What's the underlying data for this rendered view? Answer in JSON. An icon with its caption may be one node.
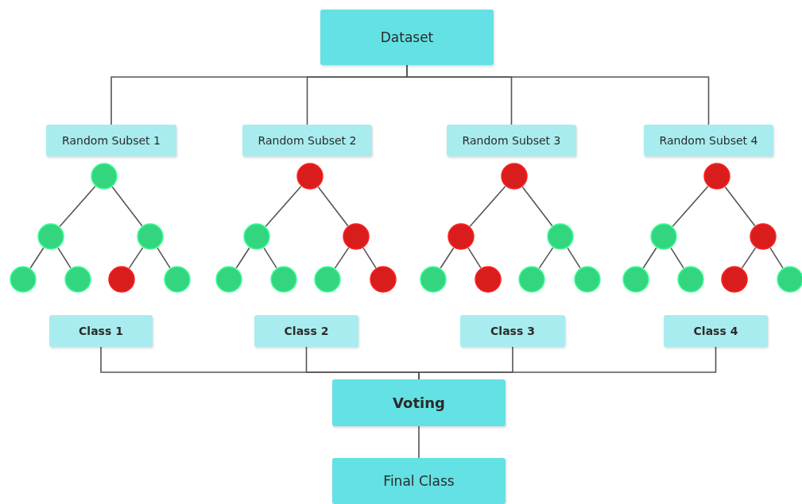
{
  "diagram": {
    "nodes": [
      {
        "text": [
          "Dataset"
        ]
      },
      {
        "text": [
          "Random Subset 1"
        ]
      },
      {
        "text": [
          "Random Subset 2"
        ]
      },
      {
        "text": [
          "Random Subset 3"
        ]
      },
      {
        "text": [
          "Random Subset 4"
        ]
      },
      {
        "text": [],
        "shape": "circle"
      },
      {
        "text": [],
        "shape": "circle"
      },
      {
        "text": [],
        "shape": "circle"
      },
      {
        "text": [],
        "shape": "circle"
      },
      {
        "text": [],
        "shape": "circle"
      },
      {
        "text": [],
        "shape": "circle"
      },
      {
        "text": [],
        "shape": "circle"
      },
      {
        "text": [],
        "shape": "circle"
      },
      {
        "text": [],
        "shape": "circle"
      },
      {
        "text": [],
        "shape": "circle"
      },
      {
        "text": [],
        "shape": "circle"
      },
      {
        "text": [],
        "shape": "circle"
      },
      {
        "text": [],
        "shape": "circle"
      },
      {
        "text": [],
        "shape": "circle"
      },
      {
        "text": [],
        "shape": "circle"
      },
      {
        "text": [],
        "shape": "circle"
      },
      {
        "text": [],
        "shape": "circle"
      },
      {
        "text": [],
        "shape": "circle"
      },
      {
        "text": [],
        "shape": "circle"
      },
      {
        "text": [],
        "shape": "circle"
      },
      {
        "text": [],
        "shape": "circle"
      },
      {
        "text": [],
        "shape": "circle"
      },
      {
        "text": [],
        "shape": "circle"
      },
      {
        "text": [],
        "shape": "circle"
      },
      {
        "text": [],
        "shape": "circle"
      },
      {
        "text": [],
        "shape": "circle"
      },
      {
        "text": [],
        "shape": "circle"
      },
      {
        "text": [],
        "shape": "circle"
      },
      {
        "text": [
          "Class 1"
        ]
      },
      {
        "text": [
          "Class 2"
        ]
      },
      {
        "text": [
          "Class 3"
        ]
      },
      {
        "text": [
          "Class 4"
        ]
      },
      {
        "text": [
          "Voting"
        ]
      },
      {
        "text": [
          "Final Class"
        ]
      }
    ],
    "edges": [
      {
        "from": 0,
        "to": 1,
        "arrow": "none"
      },
      {
        "from": 0,
        "to": 2,
        "arrow": "none"
      },
      {
        "from": 0,
        "to": 3,
        "arrow": "none"
      },
      {
        "from": 0,
        "to": 4,
        "arrow": "none"
      },
      {
        "from": 5,
        "to": 6,
        "arrow": "none"
      },
      {
        "from": 5,
        "to": 7,
        "arrow": "none"
      },
      {
        "from": 6,
        "to": 8,
        "arrow": "none"
      },
      {
        "from": 6,
        "to": 9,
        "arrow": "none"
      },
      {
        "from": 7,
        "to": 10,
        "arrow": "none"
      },
      {
        "from": 7,
        "to": 11,
        "arrow": "none"
      },
      {
        "from": 12,
        "to": 13,
        "arrow": "none"
      },
      {
        "from": 12,
        "to": 14,
        "arrow": "none"
      },
      {
        "from": 13,
        "to": 15,
        "arrow": "none"
      },
      {
        "from": 13,
        "to": 16,
        "arrow": "none"
      },
      {
        "from": 14,
        "to": 17,
        "arrow": "none"
      },
      {
        "from": 14,
        "to": 18,
        "arrow": "none"
      },
      {
        "from": 19,
        "to": 20,
        "arrow": "none"
      },
      {
        "from": 19,
        "to": 21,
        "arrow": "none"
      },
      {
        "from": 20,
        "to": 22,
        "arrow": "none"
      },
      {
        "from": 20,
        "to": 23,
        "arrow": "none"
      },
      {
        "from": 21,
        "to": 24,
        "arrow": "none"
      },
      {
        "from": 21,
        "to": 25,
        "arrow": "none"
      },
      {
        "from": 26,
        "to": 27,
        "arrow": "none"
      },
      {
        "from": 26,
        "to": 28,
        "arrow": "none"
      },
      {
        "from": 27,
        "to": 29,
        "arrow": "none"
      },
      {
        "from": 27,
        "to": 30,
        "arrow": "none"
      },
      {
        "from": 28,
        "to": 31,
        "arrow": "none"
      },
      {
        "from": 28,
        "to": 32,
        "arrow": "none"
      },
      {
        "from": 33,
        "to": 37,
        "arrow": "none"
      },
      {
        "from": 34,
        "to": 37,
        "arrow": "none"
      },
      {
        "from": 35,
        "to": 37,
        "arrow": "none"
      },
      {
        "from": 36,
        "to": 37,
        "arrow": "none"
      },
      {
        "from": 37,
        "to": 38,
        "arrow": "none"
      }
    ]
  }
}
